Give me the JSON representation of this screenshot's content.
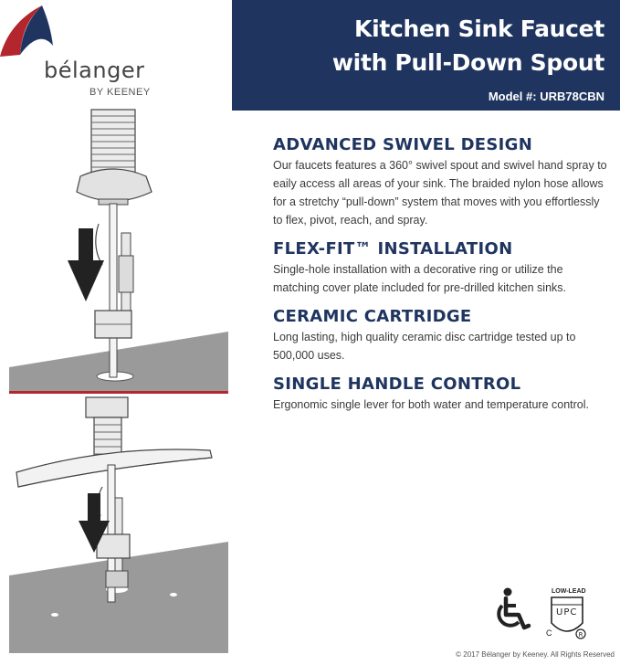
{
  "brand": {
    "name": "bélanger",
    "sub": "BY KEENEY"
  },
  "header": {
    "title_line1": "Kitchen Sink Faucet",
    "title_line2": "with Pull-Down Spout",
    "model_label": "Model #:",
    "model_number": "URB78CBN"
  },
  "features": [
    {
      "title": "ADVANCED SWIVEL DESIGN",
      "text": "Our faucets features a 360° swivel spout and swivel hand spray to eaily access all areas of your sink. The braided nylon hose allows for a stretchy “pull-down” system that moves with you effortlessly to flex, pivot, reach, and spray."
    },
    {
      "title": "FLEX-FIT™ INSTALLATION",
      "text": "Single-hole installation with a decorative ring or utilize the matching cover plate included for pre-drilled kitchen sinks."
    },
    {
      "title": "CERAMIC CARTRIDGE",
      "text": "Long lasting, high quality ceramic disc cartridge tested up to 500,000 uses."
    },
    {
      "title": "SINGLE HANDLE CONTROL",
      "text": "Ergonomic single lever for both water and temperature control."
    }
  ],
  "certifications": {
    "upc_top": "LOW-LEAD",
    "upc_mark": "UPC",
    "upc_left": "C",
    "accessibility_icon": "wheelchair-icon"
  },
  "colors": {
    "navy": "#1f3560",
    "red": "#b3262e"
  },
  "copyright": "© 2017 Bélanger by Keeney. All Rights Reserved"
}
